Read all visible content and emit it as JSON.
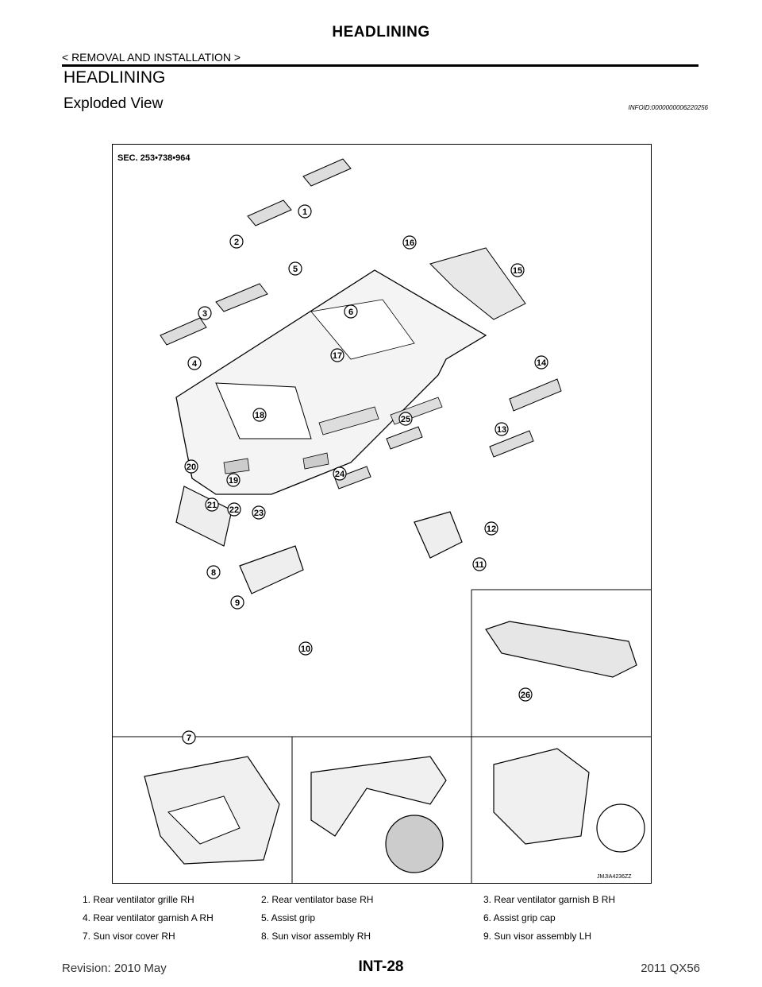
{
  "header": {
    "title": "HEADLINING",
    "breadcrumb": "< REMOVAL AND INSTALLATION >"
  },
  "section": {
    "title": "HEADLINING",
    "subtitle": "Exploded View",
    "info_id": "INFOID:0000000006220256"
  },
  "figure": {
    "sec_label": "SEC. 253•738•964",
    "ref_code": "JMJIA4236ZZ",
    "callouts": [
      "1",
      "2",
      "3",
      "4",
      "5",
      "6",
      "7",
      "8",
      "9",
      "10",
      "11",
      "12",
      "13",
      "14",
      "15",
      "16",
      "17",
      "18",
      "19",
      "20",
      "21",
      "22",
      "23",
      "24",
      "25",
      "26"
    ]
  },
  "legend": [
    [
      "1.  Rear ventilator grille RH",
      "2.  Rear ventilator base RH",
      "3.  Rear ventilator garnish B RH"
    ],
    [
      "4.  Rear ventilator garnish A RH",
      "5.  Assist grip",
      "6.  Assist grip cap"
    ],
    [
      "7.  Sun visor cover RH",
      "8.  Sun visor assembly RH",
      "9.  Sun visor assembly LH"
    ]
  ],
  "footer": {
    "revision": "Revision: 2010 May",
    "page": "INT-28",
    "model": "2011 QX56"
  }
}
